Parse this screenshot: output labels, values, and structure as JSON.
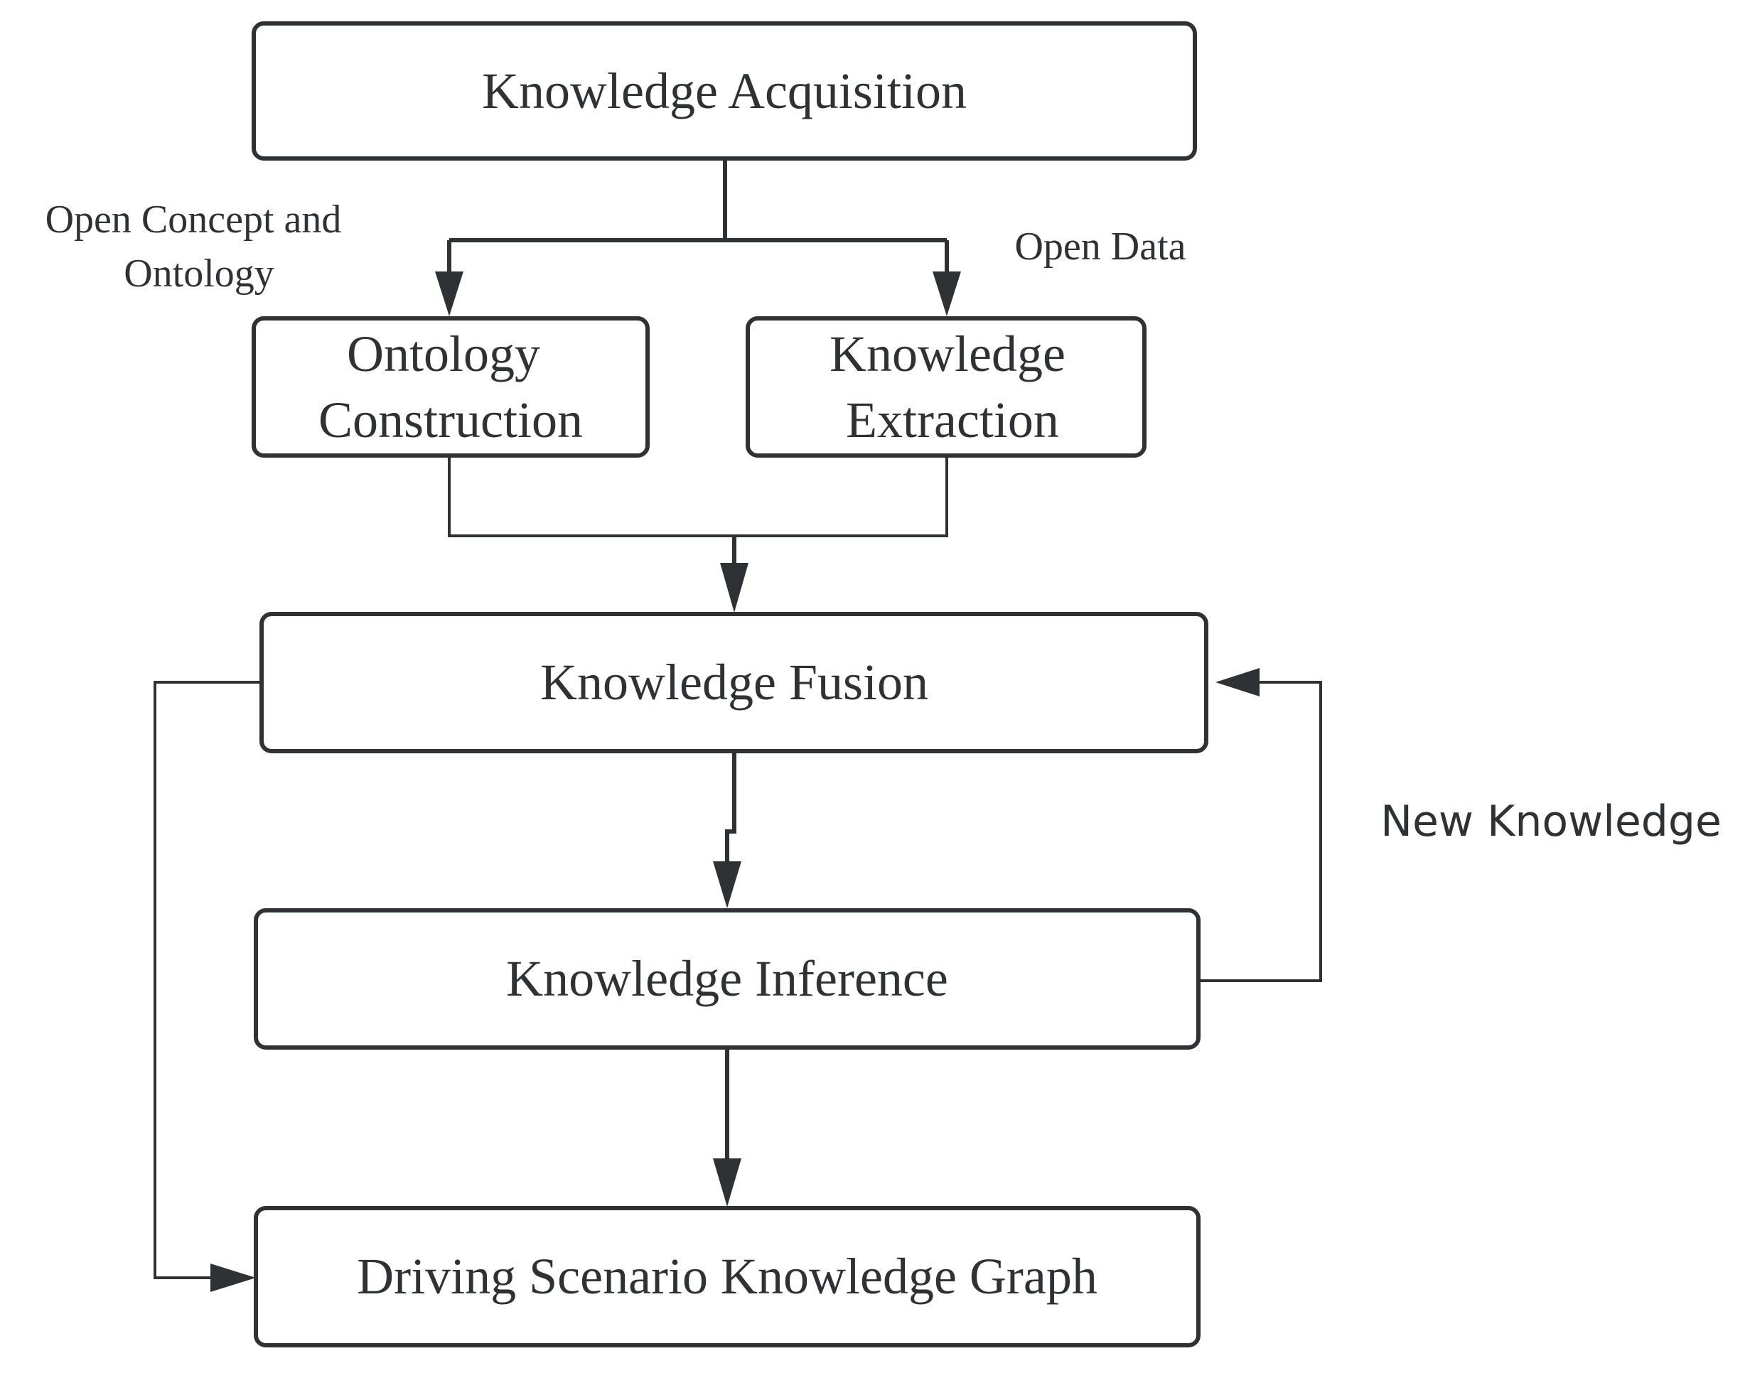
{
  "nodes": {
    "acquisition": "Knowledge Acquisition",
    "ontology_line1": "Ontology",
    "ontology_line2": "Construction",
    "extraction_line1": "Knowledge",
    "extraction_line2": "Extraction",
    "fusion": "Knowledge Fusion",
    "inference": "Knowledge Inference",
    "graph": "Driving Scenario Knowledge Graph"
  },
  "edge_labels": {
    "open_concept_line1": "Open Concept and",
    "open_concept_line2": "Ontology",
    "open_data": "Open Data",
    "new_knowledge": "New Knowledge"
  }
}
